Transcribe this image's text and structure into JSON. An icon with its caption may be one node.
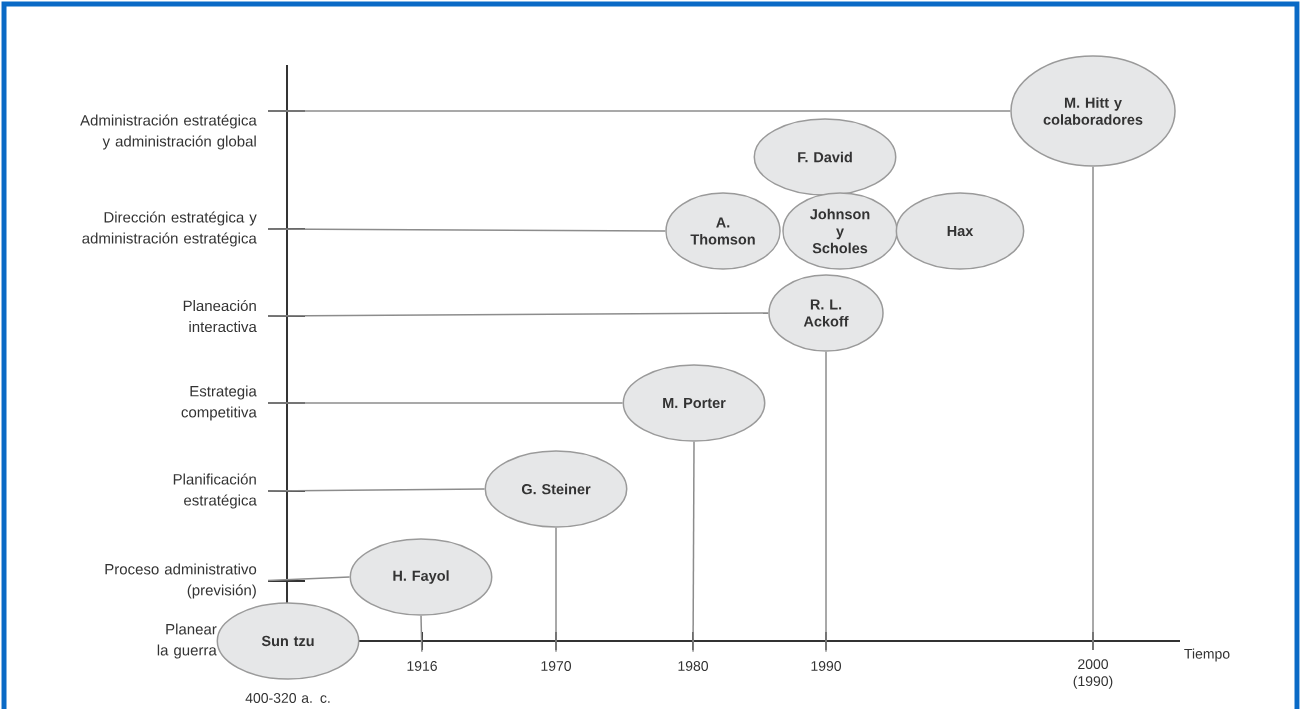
{
  "diagram": {
    "nodes": [
      {
        "text": [
          "Administración estratégica y administración global"
        ]
      },
      {
        "text": [
          "M. Hitt y colaboradores"
        ]
      },
      {
        "text": [
          "F. David"
        ]
      },
      {
        "text": [
          "Dirección estratégica y administración estratégica"
        ]
      },
      {
        "text": [
          "A. Thomson"
        ]
      },
      {
        "text": [
          "Johnson y Scholes"
        ]
      },
      {
        "text": [
          "Hax"
        ]
      },
      {
        "text": [
          "Planeación interactiva"
        ]
      },
      {
        "text": [
          "R. L. Ackoff"
        ]
      },
      {
        "text": [
          "Estrategia competitiva"
        ]
      },
      {
        "text": [
          "M. Porter"
        ]
      },
      {
        "text": [
          "Planificación estratégica"
        ]
      },
      {
        "text": [
          "G. Steiner"
        ]
      },
      {
        "text": [
          "Proceso administrativo (previsión)"
        ]
      },
      {
        "text": [
          "H. Fayol"
        ]
      },
      {
        "text": [
          "Planear la guerra"
        ]
      },
      {
        "text": [
          "Sun tzu"
        ]
      },
      {
        "text": [
          "400-320 a. c."
        ]
      },
      {
        "text": [
          "1916"
        ]
      },
      {
        "text": [
          "1970"
        ]
      },
      {
        "text": [
          "1980"
        ]
      },
      {
        "text": [
          "1990"
        ]
      },
      {
        "text": [
          "2000 (1990)"
        ]
      }
    ],
    "edges": [
      {
        "from": 0,
        "to": 1,
        "arrow": "none"
      },
      {
        "from": 3,
        "to": 4,
        "arrow": "none"
      },
      {
        "from": 7,
        "to": 8,
        "arrow": "none"
      },
      {
        "from": 9,
        "to": 10,
        "arrow": "none"
      },
      {
        "from": 11,
        "to": 12,
        "arrow": "none"
      },
      {
        "from": 13,
        "to": 14,
        "arrow": "none"
      },
      {
        "from": 14,
        "to": 18,
        "arrow": "none"
      },
      {
        "from": 12,
        "to": 19,
        "arrow": "none"
      },
      {
        "from": 10,
        "to": 20,
        "arrow": "none"
      },
      {
        "from": 8,
        "to": 21,
        "arrow": "none"
      },
      {
        "from": 1,
        "to": 22,
        "arrow": "none"
      }
    ],
    "labels": [
      "Tiempo"
    ]
  }
}
